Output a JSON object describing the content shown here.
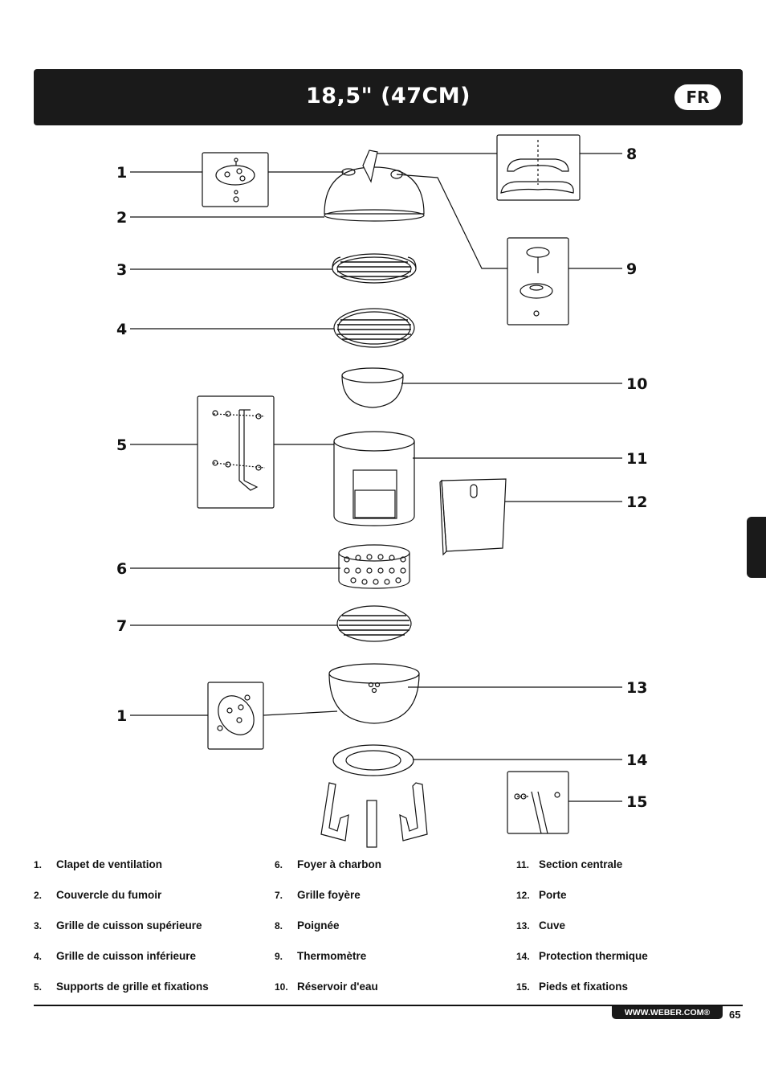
{
  "header": {
    "title": "18,5\" (47CM)",
    "language_badge": "FR"
  },
  "diagram": {
    "callouts": [
      "1",
      "2",
      "3",
      "4",
      "5",
      "6",
      "7",
      "1",
      "8",
      "9",
      "10",
      "11",
      "12",
      "13",
      "14",
      "15"
    ]
  },
  "parts_legend": [
    {
      "number": "1.",
      "label": "Clapet de ventilation"
    },
    {
      "number": "2.",
      "label": "Couvercle du fumoir"
    },
    {
      "number": "3.",
      "label": "Grille de cuisson supérieure"
    },
    {
      "number": "4.",
      "label": "Grille de cuisson inférieure"
    },
    {
      "number": "5.",
      "label": "Supports de grille et fixations"
    },
    {
      "number": "6.",
      "label": "Foyer à charbon"
    },
    {
      "number": "7.",
      "label": "Grille foyère"
    },
    {
      "number": "8.",
      "label": "Poignée"
    },
    {
      "number": "9.",
      "label": "Thermomètre"
    },
    {
      "number": "10.",
      "label": "Réservoir d'eau"
    },
    {
      "number": "11.",
      "label": "Section centrale"
    },
    {
      "number": "12.",
      "label": "Porte"
    },
    {
      "number": "13.",
      "label": "Cuve"
    },
    {
      "number": "14.",
      "label": "Protection thermique"
    },
    {
      "number": "15.",
      "label": "Pieds et fixations"
    }
  ],
  "footer": {
    "website": "WWW.WEBER.COM®",
    "page_number": "65"
  }
}
